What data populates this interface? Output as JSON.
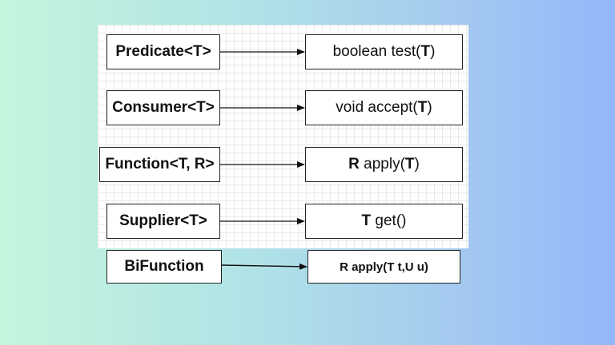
{
  "rows": [
    {
      "interface": "Predicate<T>",
      "method_pre": "",
      "method_bold1": "",
      "method_mid": "boolean test(",
      "method_bold2": "T",
      "method_post": ")"
    },
    {
      "interface": "Consumer<T>",
      "method_pre": "",
      "method_bold1": "",
      "method_mid": "void accept(",
      "method_bold2": "T",
      "method_post": ")"
    },
    {
      "interface": "Function<T, R>",
      "method_pre": "",
      "method_bold1": "R",
      "method_mid": " apply(",
      "method_bold2": "T",
      "method_post": ")"
    },
    {
      "interface": "Supplier<T>",
      "method_pre": "",
      "method_bold1": "T",
      "method_mid": " get()",
      "method_bold2": "",
      "method_post": ""
    }
  ],
  "extra": {
    "interface": "BiFunction",
    "method": "R apply(T t,U u)"
  }
}
